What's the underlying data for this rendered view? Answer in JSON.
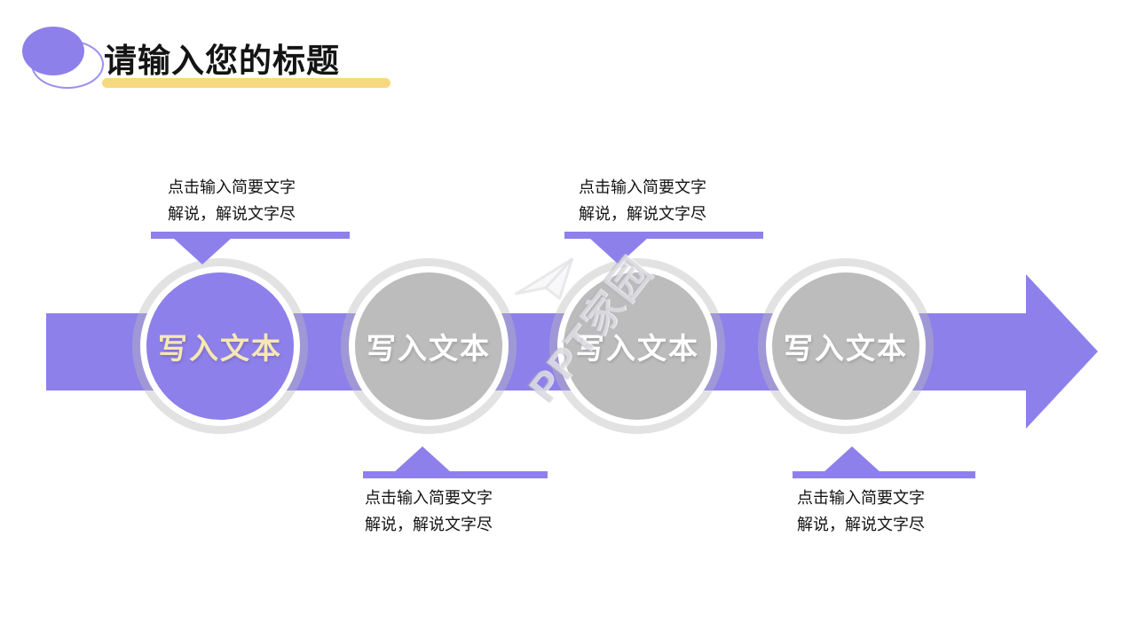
{
  "slide": {
    "header": {
      "title": "请输入您的标题"
    },
    "watermark": {
      "text": "PPT家园"
    },
    "steps": [
      {
        "label": "写入文本",
        "callout": {
          "position": "top",
          "line1": "点击输入简要文字",
          "line2": "解说，解说文字尽"
        }
      },
      {
        "label": "写入文本",
        "callout": {
          "position": "bottom",
          "line1": "点击输入简要文字",
          "line2": "解说，解说文字尽"
        }
      },
      {
        "label": "写入文本",
        "callout": {
          "position": "top",
          "line1": "点击输入简要文字",
          "line2": "解说，解说文字尽"
        }
      },
      {
        "label": "写入文本",
        "callout": {
          "position": "bottom",
          "line1": "点击输入简要文字",
          "line2": "解说，解说文字尽"
        }
      }
    ],
    "colors": {
      "accent_purple": "#8E80EA",
      "accent_yellow": "#F6D97E",
      "inactive_gray": "#BCBCBC",
      "highlight_text_cream": "#F7E7B3",
      "body_text": "#141414"
    }
  }
}
